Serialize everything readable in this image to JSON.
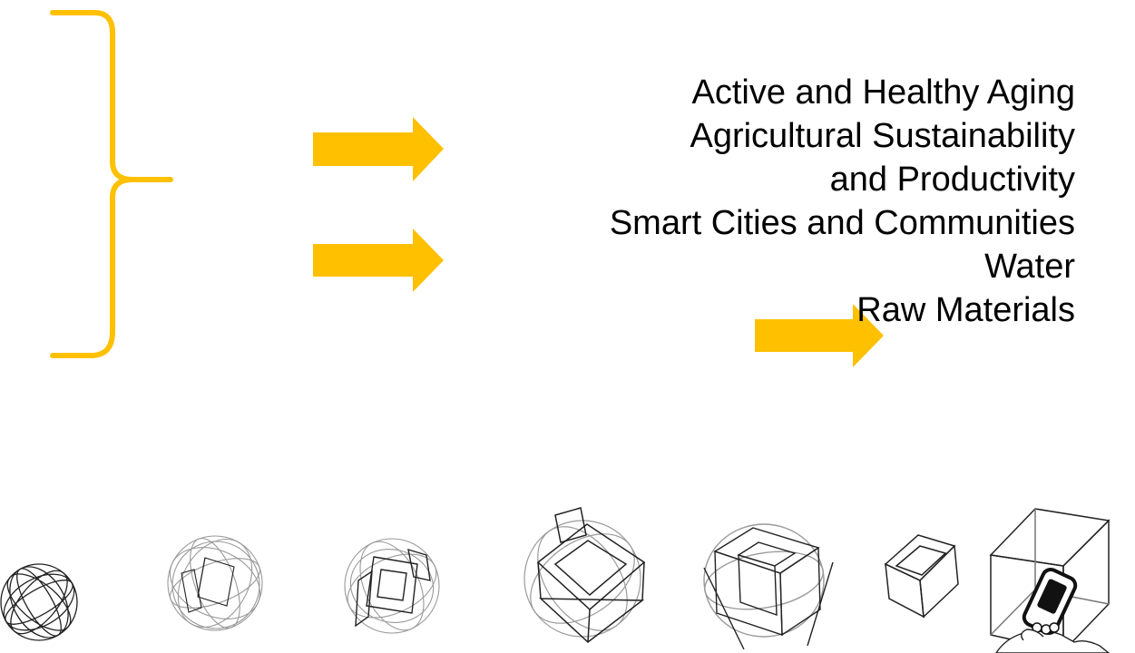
{
  "colors": {
    "accent": "#FFC000",
    "text": "#000000",
    "sketch": "#222222",
    "sketch_faint": "#9a9a9a"
  },
  "topics": [
    "Active and Healthy Aging",
    "Agricultural Sustainability and Productivity",
    "Smart Cities and Communities",
    "Water",
    "Raw Materials"
  ],
  "icons": [
    "curly-brace-icon",
    "arrow-right-icon",
    "wireframe-sphere-icon",
    "sphere-to-cube-morph-icon",
    "wireframe-cube-icon",
    "hand-holding-phone-icon"
  ]
}
